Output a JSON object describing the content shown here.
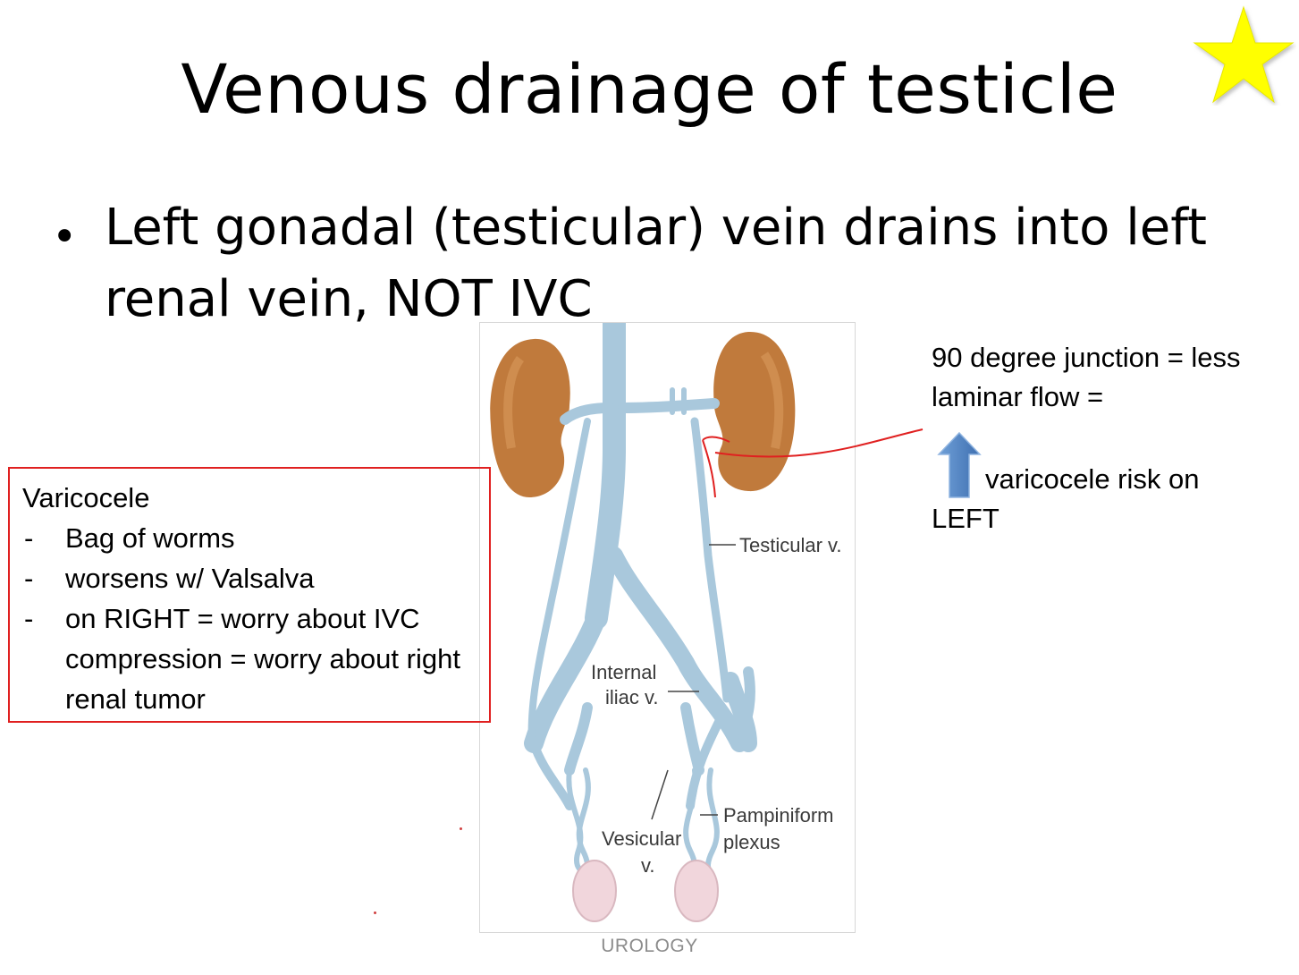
{
  "slide": {
    "title": "Venous drainage of testicle",
    "bullet": "Left gonadal (testicular) vein drains into left renal vein, NOT IVC",
    "star_color": "#ffff00"
  },
  "figure_labels": {
    "testicular": "Testicular v.",
    "internal_line1": "Internal",
    "internal_line2": "iliac v.",
    "vesicular_line1": "Vesicular",
    "vesicular_line2": "v.",
    "pampiniform_line1": "Pampiniform",
    "pampiniform_line2": "plexus"
  },
  "note_box": {
    "title": "Varicocele",
    "items": [
      "Bag of worms",
      "worsens w/ Valsalva",
      "on RIGHT = worry about IVC compression = worry about right renal tumor"
    ],
    "dash": "-"
  },
  "side_note": {
    "line1": "90 degree junction = less laminar flow =",
    "line2": "varicocele risk on",
    "line3": "LEFT"
  },
  "footer": "UROLOGY",
  "colors": {
    "vein": "#a9c8dc",
    "kidney": "#c07a3c",
    "testis": "#f1d6dc",
    "annotation": "#e02020",
    "arrow": "#4f81bd"
  }
}
